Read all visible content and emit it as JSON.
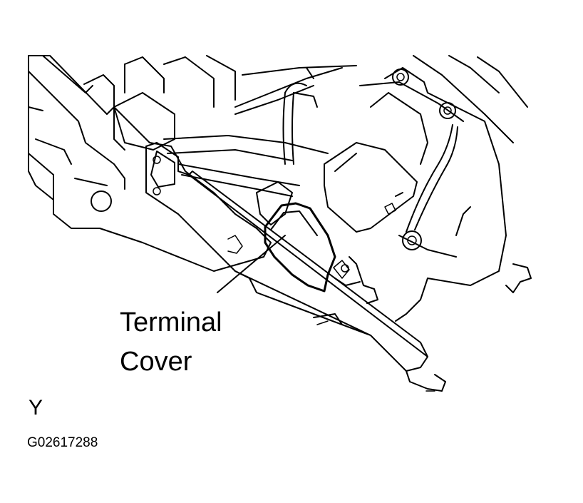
{
  "callout": {
    "line1": "Terminal",
    "line2": "Cover"
  },
  "view_letter": "Y",
  "figure_code": "G02617288"
}
